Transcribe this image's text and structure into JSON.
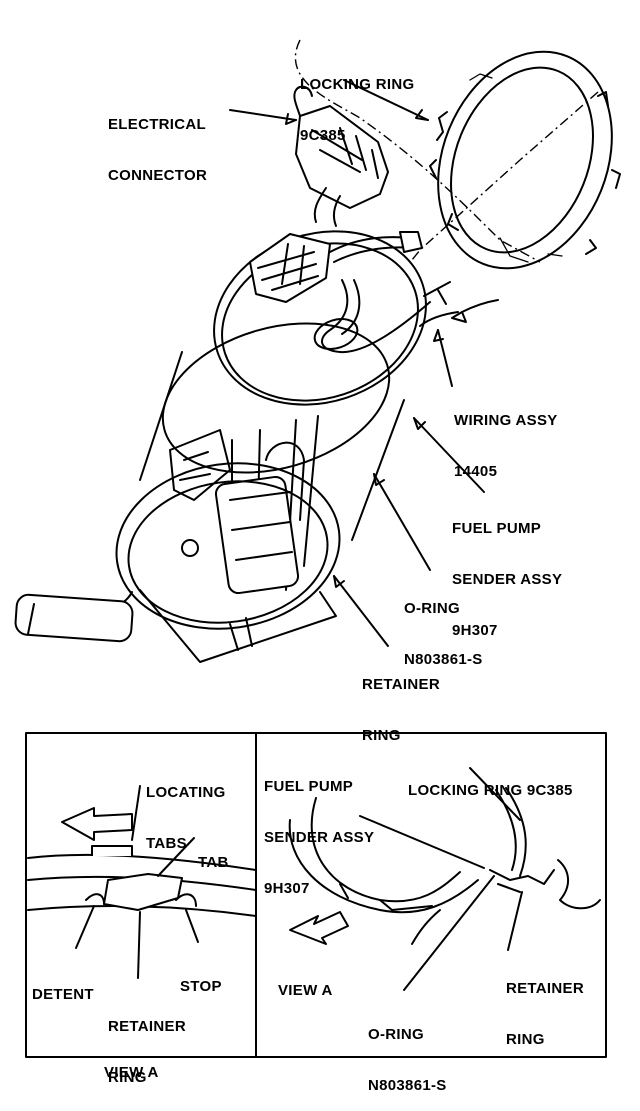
{
  "main_labels": {
    "locking_ring": [
      "LOCKING RING",
      "9C385"
    ],
    "electrical_connector": [
      "ELECTRICAL",
      "CONNECTOR"
    ],
    "wiring_assy": [
      "WIRING ASSY",
      "14405"
    ],
    "fuel_pump_sender": [
      "FUEL PUMP",
      "SENDER ASSY",
      "9H307"
    ],
    "o_ring": [
      "O-RING",
      "N803861-S"
    ],
    "retainer_ring": [
      "RETAINER",
      "RING"
    ]
  },
  "left_inset": {
    "locating_tabs": [
      "LOCATING",
      "TABS"
    ],
    "tab": "TAB",
    "detent": "DETENT",
    "stop": "STOP",
    "retainer_ring": [
      "RETAINER",
      "RING"
    ],
    "caption": "VIEW A"
  },
  "right_inset": {
    "fuel_pump_sender": [
      "FUEL PUMP",
      "SENDER ASSY",
      "9H307"
    ],
    "locking_ring": "LOCKING RING 9C385",
    "retainer_ring": [
      "RETAINER",
      "RING"
    ],
    "o_ring": [
      "O-RING",
      "N803861-S"
    ],
    "caption": "VIEW A"
  }
}
